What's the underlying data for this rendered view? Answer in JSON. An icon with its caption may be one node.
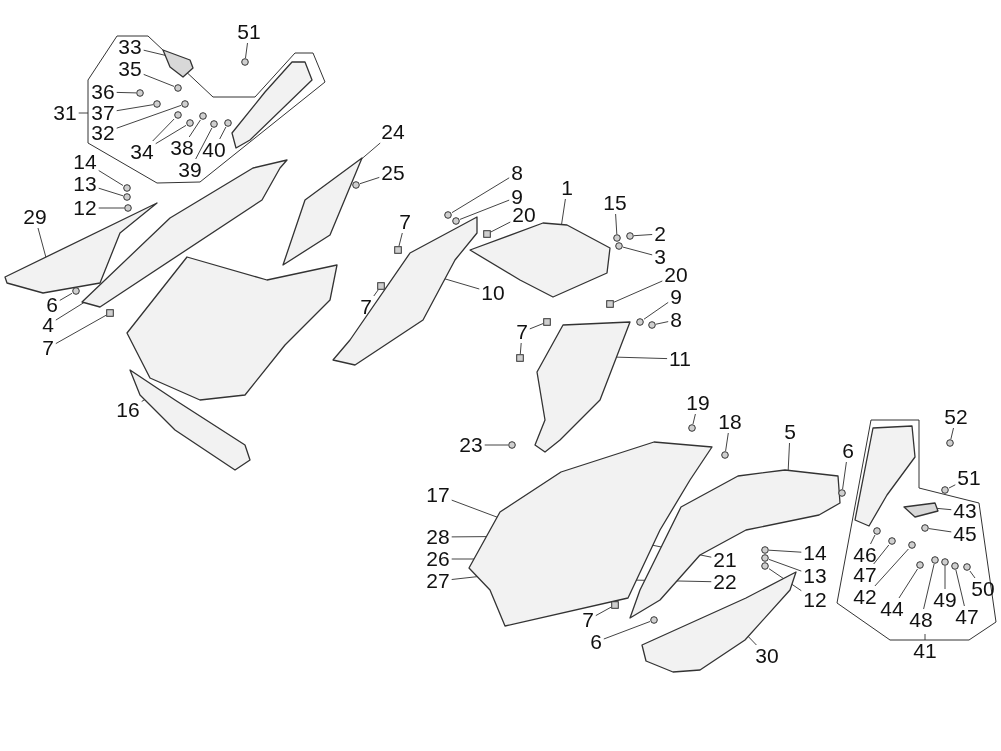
{
  "diagram": {
    "nodes": [
      {
        "text": [],
        "shape": "hexagon"
      },
      {
        "text": [],
        "shape": "picture",
        "in": 0
      },
      {
        "text": [],
        "shape": "picture",
        "in": 0
      },
      {
        "text": [],
        "shape": "picture"
      },
      {
        "text": [],
        "shape": "picture"
      },
      {
        "text": [],
        "shape": "picture"
      },
      {
        "text": [],
        "shape": "picture"
      },
      {
        "text": [],
        "shape": "picture"
      },
      {
        "text": [],
        "shape": "picture"
      },
      {
        "text": [],
        "shape": "picture"
      },
      {
        "text": [],
        "shape": "picture"
      },
      {
        "text": [],
        "shape": "picture"
      },
      {
        "text": [],
        "shape": "picture"
      },
      {
        "text": [],
        "shape": "hexagon"
      },
      {
        "text": [],
        "shape": "picture",
        "in": 13
      },
      {
        "text": [],
        "shape": "picture",
        "in": 13
      },
      {
        "text": [
          "51"
        ]
      },
      {
        "text": [
          "33"
        ],
        "in": 0
      },
      {
        "text": [
          "35"
        ],
        "in": 0
      },
      {
        "text": [
          "36"
        ],
        "in": 0
      },
      {
        "text": [
          "31"
        ]
      },
      {
        "text": [
          "37"
        ],
        "in": 0
      },
      {
        "text": [
          "32"
        ],
        "in": 0
      },
      {
        "text": [
          "34"
        ],
        "in": 0
      },
      {
        "text": [
          "38"
        ],
        "in": 0
      },
      {
        "text": [
          "39"
        ],
        "in": 0
      },
      {
        "text": [
          "40"
        ],
        "in": 0
      },
      {
        "text": [
          "24"
        ]
      },
      {
        "text": [
          "14"
        ]
      },
      {
        "text": [
          "13"
        ]
      },
      {
        "text": [
          "12"
        ]
      },
      {
        "text": [
          "29"
        ]
      },
      {
        "text": [
          "25"
        ]
      },
      {
        "text": [
          "8"
        ]
      },
      {
        "text": [
          "9"
        ]
      },
      {
        "text": [
          "20"
        ]
      },
      {
        "text": [
          "1"
        ]
      },
      {
        "text": [
          "15"
        ]
      },
      {
        "text": [
          "2"
        ]
      },
      {
        "text": [
          "3"
        ]
      },
      {
        "text": [
          "7"
        ]
      },
      {
        "text": [
          "6"
        ]
      },
      {
        "text": [
          "4"
        ]
      },
      {
        "text": [
          "7"
        ]
      },
      {
        "text": [
          "10"
        ]
      },
      {
        "text": [
          "20"
        ]
      },
      {
        "text": [
          "9"
        ]
      },
      {
        "text": [
          "8"
        ]
      },
      {
        "text": [
          "7"
        ]
      },
      {
        "text": [
          "7"
        ]
      },
      {
        "text": [
          "11"
        ]
      },
      {
        "text": [
          "16"
        ]
      },
      {
        "text": [
          "19"
        ]
      },
      {
        "text": [
          "18"
        ]
      },
      {
        "text": [
          "5"
        ]
      },
      {
        "text": [
          "23"
        ]
      },
      {
        "text": [
          "6"
        ]
      },
      {
        "text": [
          "52"
        ]
      },
      {
        "text": [
          "51"
        ]
      },
      {
        "text": [
          "17"
        ]
      },
      {
        "text": [
          "43"
        ],
        "in": 13
      },
      {
        "text": [
          "45"
        ],
        "in": 13
      },
      {
        "text": [
          "28"
        ]
      },
      {
        "text": [
          "26"
        ]
      },
      {
        "text": [
          "21"
        ]
      },
      {
        "text": [
          "46"
        ],
        "in": 13
      },
      {
        "text": [
          "47"
        ],
        "in": 13
      },
      {
        "text": [
          "42"
        ],
        "in": 13
      },
      {
        "text": [
          "27"
        ]
      },
      {
        "text": [
          "22"
        ]
      },
      {
        "text": [
          "14"
        ]
      },
      {
        "text": [
          "13"
        ]
      },
      {
        "text": [
          "12"
        ]
      },
      {
        "text": [
          "44"
        ],
        "in": 13
      },
      {
        "text": [
          "48"
        ],
        "in": 13
      },
      {
        "text": [
          "49"
        ],
        "in": 13
      },
      {
        "text": [
          "47"
        ],
        "in": 13
      },
      {
        "text": [
          "50"
        ],
        "in": 13
      },
      {
        "text": [
          "41"
        ]
      },
      {
        "text": [
          "7"
        ]
      },
      {
        "text": [
          "6"
        ]
      },
      {
        "text": [
          "30"
        ]
      },
      {
        "text": [],
        "shape": "circle"
      },
      {
        "text": [],
        "shape": "circle",
        "in": 0
      },
      {
        "text": [],
        "shape": "circle",
        "in": 0
      },
      {
        "text": [],
        "shape": "circle",
        "in": 0
      },
      {
        "text": [],
        "shape": "circle",
        "in": 0
      },
      {
        "text": [],
        "shape": "circle",
        "in": 0
      },
      {
        "text": [],
        "shape": "circle",
        "in": 0
      },
      {
        "text": [],
        "shape": "circle",
        "in": 0
      },
      {
        "text": [],
        "shape": "circle",
        "in": 0
      },
      {
        "text": [],
        "shape": "circle",
        "in": 0
      },
      {
        "text": [],
        "shape": "circle"
      },
      {
        "text": [],
        "shape": "circle"
      },
      {
        "text": [],
        "shape": "circle"
      },
      {
        "text": [],
        "shape": "circle"
      },
      {
        "text": [],
        "shape": "circle"
      },
      {
        "text": [],
        "shape": "circle"
      },
      {
        "text": [],
        "shape": "box"
      },
      {
        "text": [],
        "shape": "circle"
      },
      {
        "text": [],
        "shape": "circle"
      },
      {
        "text": [],
        "shape": "circle"
      },
      {
        "text": [],
        "shape": "box"
      },
      {
        "text": [],
        "shape": "circle"
      },
      {
        "text": [],
        "shape": "box"
      },
      {
        "text": [],
        "shape": "box"
      },
      {
        "text": [],
        "shape": "circle"
      },
      {
        "text": [],
        "shape": "circle"
      },
      {
        "text": [],
        "shape": "box"
      },
      {
        "text": [],
        "shape": "box"
      },
      {
        "text": [],
        "shape": "box"
      },
      {
        "text": [],
        "shape": "circle"
      },
      {
        "text": [],
        "shape": "circle"
      },
      {
        "text": [],
        "shape": "circle"
      },
      {
        "text": [],
        "shape": "circle"
      },
      {
        "text": [],
        "shape": "circle"
      },
      {
        "text": [],
        "shape": "circle"
      },
      {
        "text": [],
        "shape": "circle",
        "in": 13
      },
      {
        "text": [],
        "shape": "circle",
        "in": 13
      },
      {
        "text": [],
        "shape": "circle",
        "in": 13
      },
      {
        "text": [],
        "shape": "circle",
        "in": 13
      },
      {
        "text": [],
        "shape": "circle"
      },
      {
        "text": [],
        "shape": "circle"
      },
      {
        "text": [],
        "shape": "circle"
      },
      {
        "text": [],
        "shape": "circle",
        "in": 13
      },
      {
        "text": [],
        "shape": "circle",
        "in": 13
      },
      {
        "text": [],
        "shape": "circle",
        "in": 13
      },
      {
        "text": [],
        "shape": "circle",
        "in": 13
      },
      {
        "text": [],
        "shape": "circle",
        "in": 13
      },
      {
        "text": [],
        "shape": "box"
      },
      {
        "text": [],
        "shape": "circle"
      }
    ],
    "edges": [
      {
        "from": 16,
        "to": 82,
        "arrow": "none"
      },
      {
        "from": 17,
        "to": 1,
        "arrow": "none"
      },
      {
        "from": 18,
        "to": 83,
        "arrow": "none"
      },
      {
        "from": 19,
        "to": 84,
        "arrow": "none"
      },
      {
        "from": 20,
        "to": 0,
        "arrow": "none"
      },
      {
        "from": 21,
        "to": 85,
        "arrow": "none"
      },
      {
        "from": 22,
        "to": 86,
        "arrow": "none"
      },
      {
        "from": 23,
        "to": 87,
        "arrow": "none"
      },
      {
        "from": 23,
        "to": 88,
        "arrow": "none"
      },
      {
        "from": 24,
        "to": 89,
        "arrow": "none"
      },
      {
        "from": 25,
        "to": 90,
        "arrow": "none"
      },
      {
        "from": 26,
        "to": 91,
        "arrow": "none"
      },
      {
        "from": 27,
        "to": 6,
        "arrow": "none"
      },
      {
        "from": 28,
        "to": 92,
        "arrow": "none"
      },
      {
        "from": 29,
        "to": 93,
        "arrow": "none"
      },
      {
        "from": 30,
        "to": 94,
        "arrow": "none"
      },
      {
        "from": 31,
        "to": 3,
        "arrow": "none"
      },
      {
        "from": 32,
        "to": 95,
        "arrow": "none"
      },
      {
        "from": 33,
        "to": 96,
        "arrow": "none"
      },
      {
        "from": 34,
        "to": 97,
        "arrow": "none"
      },
      {
        "from": 35,
        "to": 98,
        "arrow": "none"
      },
      {
        "from": 36,
        "to": 8,
        "arrow": "none"
      },
      {
        "from": 37,
        "to": 99,
        "arrow": "none"
      },
      {
        "from": 38,
        "to": 100,
        "arrow": "none"
      },
      {
        "from": 39,
        "to": 101,
        "arrow": "none"
      },
      {
        "from": 40,
        "to": 102,
        "arrow": "none"
      },
      {
        "from": 41,
        "to": 103,
        "arrow": "none"
      },
      {
        "from": 42,
        "to": 4,
        "arrow": "none"
      },
      {
        "from": 43,
        "to": 104,
        "arrow": "none"
      },
      {
        "from": 44,
        "to": 7,
        "arrow": "none"
      },
      {
        "from": 45,
        "to": 105,
        "arrow": "none"
      },
      {
        "from": 46,
        "to": 106,
        "arrow": "none"
      },
      {
        "from": 47,
        "to": 107,
        "arrow": "none"
      },
      {
        "from": 48,
        "to": 108,
        "arrow": "none"
      },
      {
        "from": 49,
        "to": 109,
        "arrow": "none"
      },
      {
        "from": 49,
        "to": 110,
        "arrow": "none"
      },
      {
        "from": 50,
        "to": 9,
        "arrow": "none"
      },
      {
        "from": 51,
        "to": 5,
        "arrow": "none"
      },
      {
        "from": 52,
        "to": 111,
        "arrow": "none"
      },
      {
        "from": 53,
        "to": 112,
        "arrow": "none"
      },
      {
        "from": 54,
        "to": 11,
        "arrow": "none"
      },
      {
        "from": 55,
        "to": 113,
        "arrow": "none"
      },
      {
        "from": 56,
        "to": 114,
        "arrow": "none"
      },
      {
        "from": 57,
        "to": 115,
        "arrow": "none"
      },
      {
        "from": 58,
        "to": 116,
        "arrow": "none"
      },
      {
        "from": 59,
        "to": 10,
        "arrow": "none"
      },
      {
        "from": 60,
        "to": 15,
        "arrow": "none"
      },
      {
        "from": 61,
        "to": 117,
        "arrow": "none"
      },
      {
        "from": 62,
        "to": 10,
        "arrow": "none"
      },
      {
        "from": 63,
        "to": 10,
        "arrow": "none"
      },
      {
        "from": 64,
        "to": 10,
        "arrow": "none"
      },
      {
        "from": 65,
        "to": 118,
        "arrow": "none"
      },
      {
        "from": 66,
        "to": 119,
        "arrow": "none"
      },
      {
        "from": 67,
        "to": 120,
        "arrow": "none"
      },
      {
        "from": 68,
        "to": 10,
        "arrow": "none"
      },
      {
        "from": 69,
        "to": 10,
        "arrow": "none"
      },
      {
        "from": 70,
        "to": 121,
        "arrow": "none"
      },
      {
        "from": 71,
        "to": 122,
        "arrow": "none"
      },
      {
        "from": 72,
        "to": 123,
        "arrow": "none"
      },
      {
        "from": 73,
        "to": 124,
        "arrow": "none"
      },
      {
        "from": 74,
        "to": 125,
        "arrow": "none"
      },
      {
        "from": 75,
        "to": 126,
        "arrow": "none"
      },
      {
        "from": 76,
        "to": 127,
        "arrow": "none"
      },
      {
        "from": 77,
        "to": 128,
        "arrow": "none"
      },
      {
        "from": 78,
        "to": 13,
        "arrow": "none"
      },
      {
        "from": 79,
        "to": 129,
        "arrow": "none"
      },
      {
        "from": 80,
        "to": 130,
        "arrow": "none"
      },
      {
        "from": 81,
        "to": 12,
        "arrow": "none"
      }
    ]
  }
}
